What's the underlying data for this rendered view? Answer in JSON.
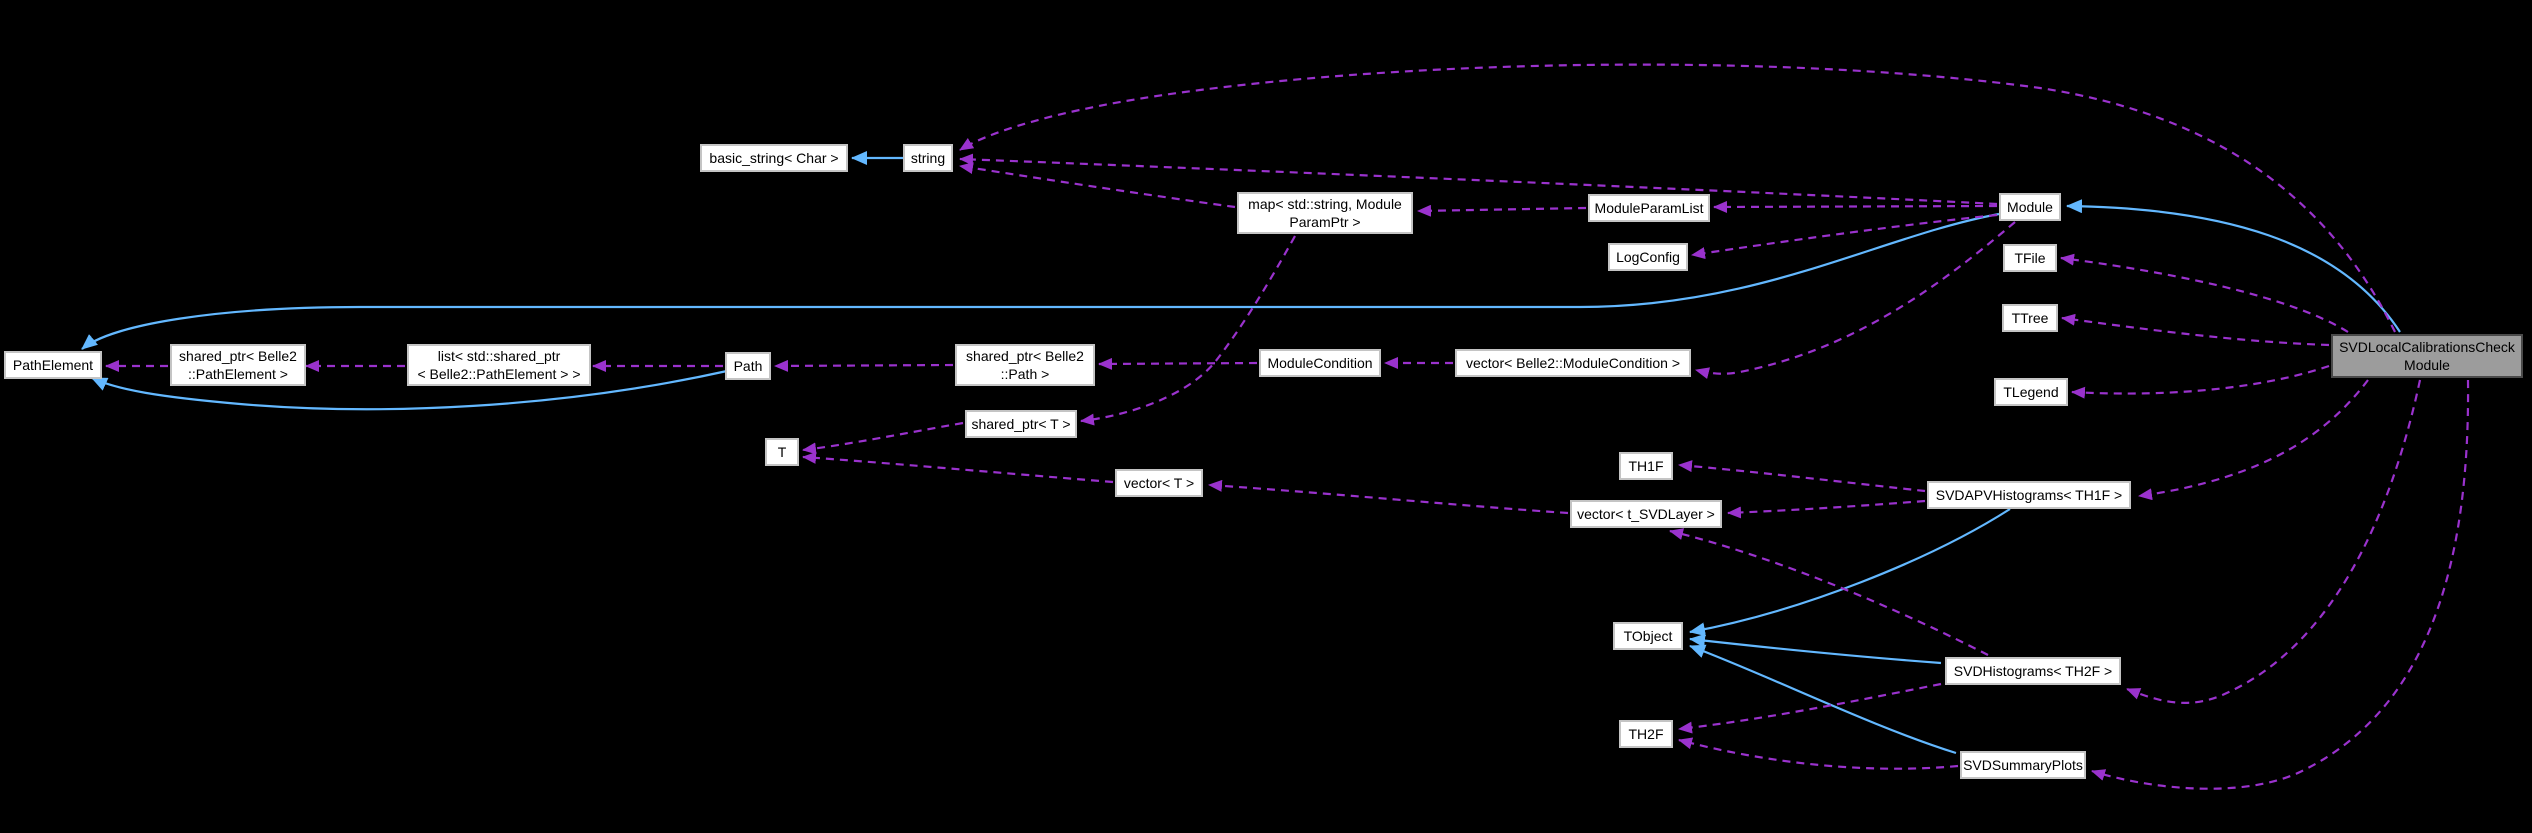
{
  "diagram": {
    "type": "doxygen-collaboration-graph",
    "title": "SVDLocalCalibrationsCheckModule collaboration diagram",
    "background_color": "#000000",
    "colors": {
      "inheritance_edge": "#63b8ff",
      "usage_edge": "#9a32cd",
      "node_fill": "#ffffff",
      "node_border": "#c4c4c4",
      "main_node_fill": "#9c9c9c",
      "main_node_border": "#4a4a4a",
      "text": "#000000"
    },
    "main_node": "svdlocal",
    "nodes": {
      "path_element": {
        "label": "PathElement"
      },
      "sp_path_element": {
        "label": "shared_ptr< Belle2\n::PathElement >"
      },
      "list_sp": {
        "label": "list< std::shared_ptr\n< Belle2::PathElement > >"
      },
      "path": {
        "label": "Path"
      },
      "basic_string": {
        "label": "basic_string< Char >"
      },
      "string": {
        "label": "string"
      },
      "sp_path": {
        "label": "shared_ptr< Belle2\n::Path >"
      },
      "sp_t": {
        "label": "shared_ptr< T >"
      },
      "t": {
        "label": "T"
      },
      "vector_t": {
        "label": "vector< T >"
      },
      "map_param": {
        "label": "map< std::string, Module\nParamPtr >"
      },
      "module_condition": {
        "label": "ModuleCondition"
      },
      "vector_mc": {
        "label": "vector< Belle2::ModuleCondition >"
      },
      "module_param_list": {
        "label": "ModuleParamList"
      },
      "log_config": {
        "label": "LogConfig"
      },
      "module": {
        "label": "Module"
      },
      "tfile": {
        "label": "TFile"
      },
      "ttree": {
        "label": "TTree"
      },
      "tlegend": {
        "label": "TLegend"
      },
      "th1f": {
        "label": "TH1F"
      },
      "vector_layer": {
        "label": "vector< t_SVDLayer >"
      },
      "svdapv": {
        "label": "SVDAPVHistograms< TH1F >"
      },
      "tobject": {
        "label": "TObject"
      },
      "svdhist": {
        "label": "SVDHistograms< TH2F >"
      },
      "th2f": {
        "label": "TH2F"
      },
      "svdsummary": {
        "label": "SVDSummaryPlots"
      },
      "svdlocal": {
        "label": "SVDLocalCalibrationsCheck\nModule"
      }
    },
    "edges": [
      {
        "from": "string",
        "to": "basic_string",
        "type": "inheritance"
      },
      {
        "from": "svdlocal",
        "to": "module",
        "type": "inheritance"
      },
      {
        "from": "module",
        "to": "path_element",
        "type": "inheritance"
      },
      {
        "from": "path",
        "to": "path_element",
        "type": "inheritance"
      },
      {
        "from": "svdapv",
        "to": "tobject",
        "type": "inheritance"
      },
      {
        "from": "svdhist",
        "to": "tobject",
        "type": "inheritance"
      },
      {
        "from": "svdsummary",
        "to": "tobject",
        "type": "inheritance"
      },
      {
        "from": "svdlocal",
        "to": "string",
        "type": "usage"
      },
      {
        "from": "module",
        "to": "string",
        "type": "usage"
      },
      {
        "from": "map_param",
        "to": "string",
        "type": "usage"
      },
      {
        "from": "module_param_list",
        "to": "map_param",
        "type": "usage"
      },
      {
        "from": "module",
        "to": "module_param_list",
        "type": "usage"
      },
      {
        "from": "module",
        "to": "log_config",
        "type": "usage"
      },
      {
        "from": "module",
        "to": "vector_mc",
        "type": "usage"
      },
      {
        "from": "vector_mc",
        "to": "module_condition",
        "type": "usage"
      },
      {
        "from": "module_condition",
        "to": "sp_path",
        "type": "usage"
      },
      {
        "from": "sp_path",
        "to": "path",
        "type": "usage"
      },
      {
        "from": "path",
        "to": "list_sp",
        "type": "usage"
      },
      {
        "from": "list_sp",
        "to": "sp_path_element",
        "type": "usage"
      },
      {
        "from": "sp_path_element",
        "to": "path_element",
        "type": "usage"
      },
      {
        "from": "map_param",
        "to": "sp_t",
        "type": "usage"
      },
      {
        "from": "sp_t",
        "to": "t",
        "type": "usage"
      },
      {
        "from": "vector_t",
        "to": "t",
        "type": "usage"
      },
      {
        "from": "vector_layer",
        "to": "vector_t",
        "type": "usage"
      },
      {
        "from": "svdapv",
        "to": "th1f",
        "type": "usage"
      },
      {
        "from": "svdapv",
        "to": "vector_layer",
        "type": "usage"
      },
      {
        "from": "svdhist",
        "to": "vector_layer",
        "type": "usage"
      },
      {
        "from": "svdhist",
        "to": "th2f",
        "type": "usage"
      },
      {
        "from": "svdsummary",
        "to": "th2f",
        "type": "usage"
      },
      {
        "from": "svdlocal",
        "to": "tfile",
        "type": "usage"
      },
      {
        "from": "svdlocal",
        "to": "ttree",
        "type": "usage"
      },
      {
        "from": "svdlocal",
        "to": "tlegend",
        "type": "usage"
      },
      {
        "from": "svdlocal",
        "to": "svdapv",
        "type": "usage"
      },
      {
        "from": "svdlocal",
        "to": "svdhist",
        "type": "usage"
      },
      {
        "from": "svdlocal",
        "to": "svdsummary",
        "type": "usage"
      }
    ]
  }
}
